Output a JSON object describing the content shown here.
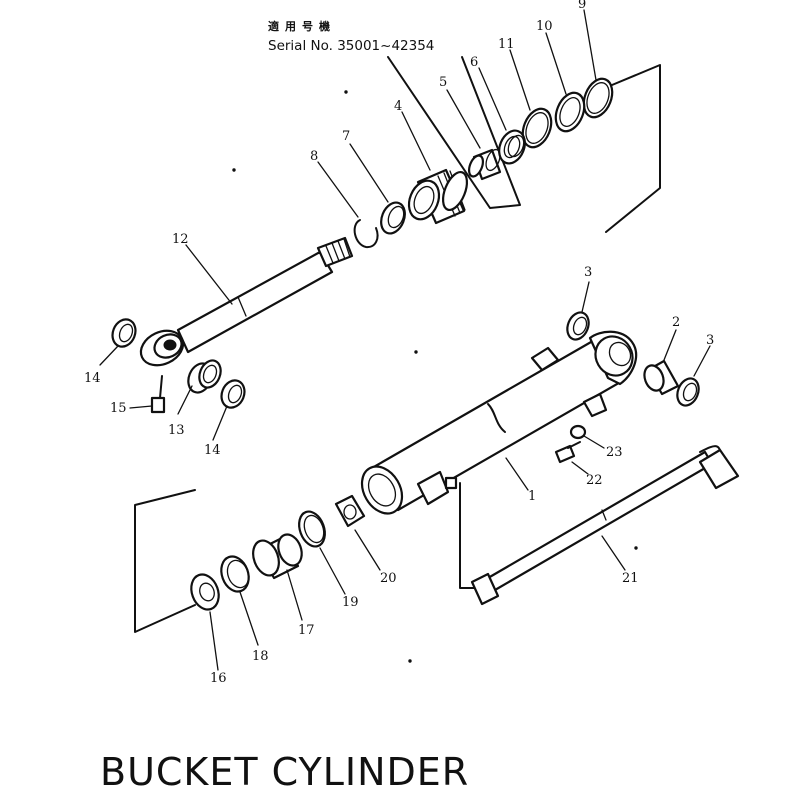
{
  "header": {
    "note_jp": "適用号機",
    "serial": "Serial No. 35001~42354"
  },
  "title": "BUCKET CYLINDER",
  "labels": {
    "p1": "1",
    "p2": "2",
    "p3a": "3",
    "p3b": "3",
    "p4": "4",
    "p5": "5",
    "p6": "6",
    "p7": "7",
    "p8": "8",
    "p9": "9",
    "p10": "10",
    "p11": "11",
    "p12": "12",
    "p13": "13",
    "p14a": "14",
    "p14b": "14",
    "p15": "15",
    "p16": "16",
    "p17": "17",
    "p18": "18",
    "p19": "19",
    "p20": "20",
    "p21": "21",
    "p22": "22",
    "p23": "23"
  }
}
